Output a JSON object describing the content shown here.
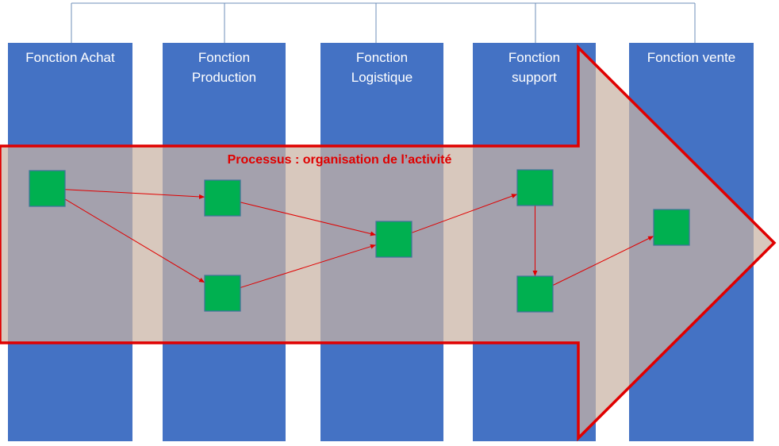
{
  "columns": [
    {
      "id": "achat",
      "label_lines": [
        "Fonction Achat"
      ]
    },
    {
      "id": "production",
      "label_lines": [
        "Fonction",
        "Production"
      ]
    },
    {
      "id": "logistique",
      "label_lines": [
        "Fonction",
        "Logistique"
      ]
    },
    {
      "id": "support",
      "label_lines": [
        "Fonction",
        "support"
      ]
    },
    {
      "id": "vente",
      "label_lines": [
        "Fonction vente"
      ]
    }
  ],
  "process": {
    "title": "Processus : organisation de l’activité"
  },
  "nodes": [
    {
      "id": "n1",
      "column": "achat"
    },
    {
      "id": "n2",
      "column": "production"
    },
    {
      "id": "n3",
      "column": "production"
    },
    {
      "id": "n4",
      "column": "logistique"
    },
    {
      "id": "n5",
      "column": "support"
    },
    {
      "id": "n6",
      "column": "support"
    },
    {
      "id": "n7",
      "column": "vente"
    }
  ],
  "edges": [
    {
      "from": "n1",
      "to": "n2"
    },
    {
      "from": "n1",
      "to": "n3"
    },
    {
      "from": "n2",
      "to": "n4"
    },
    {
      "from": "n3",
      "to": "n4"
    },
    {
      "from": "n4",
      "to": "n5"
    },
    {
      "from": "n5",
      "to": "n6"
    },
    {
      "from": "n6",
      "to": "n7"
    }
  ],
  "colors": {
    "column_fill": "#4472c4",
    "process_fill": "#c9b3a4",
    "process_outline": "#e00000",
    "node_fill": "#00b050",
    "node_outline": "#41719c",
    "edge_color": "#e00000",
    "connector_line": "#6f8fb8"
  }
}
